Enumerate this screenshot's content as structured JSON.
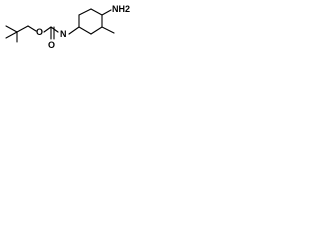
{
  "molecule": {
    "atoms": {
      "ring_nitrogen": "N",
      "carbamate_oxygen": "O",
      "carbonyl_oxygen": "O",
      "amine": "NH2"
    },
    "colors": {
      "bond": "#000000",
      "label": "#000000",
      "background": "#ffffff"
    }
  }
}
